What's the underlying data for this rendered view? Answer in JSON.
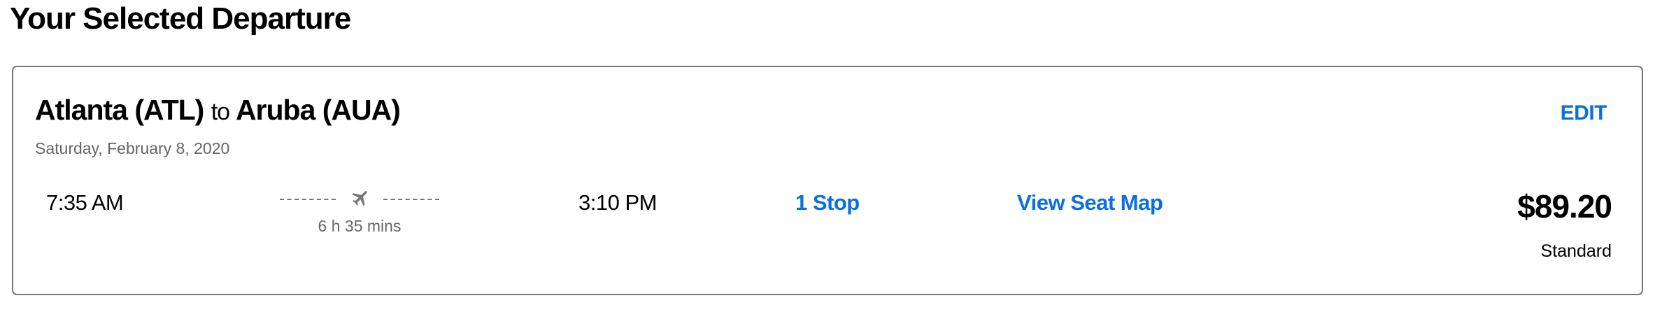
{
  "page_title": "Your Selected Departure",
  "flight": {
    "origin": "Atlanta (ATL)",
    "connector": "to",
    "destination": "Aruba (AUA)",
    "date": "Saturday, February 8, 2020",
    "departure_time": "7:35 AM",
    "arrival_time": "3:10 PM",
    "duration": "6 h 35 mins",
    "stops": "1 Stop",
    "seat_map_label": "View Seat Map",
    "edit_label": "EDIT",
    "price": "$89.20",
    "fare_class": "Standard"
  },
  "colors": {
    "link": "#0a6fe0",
    "border": "#777777",
    "muted": "#666666"
  }
}
